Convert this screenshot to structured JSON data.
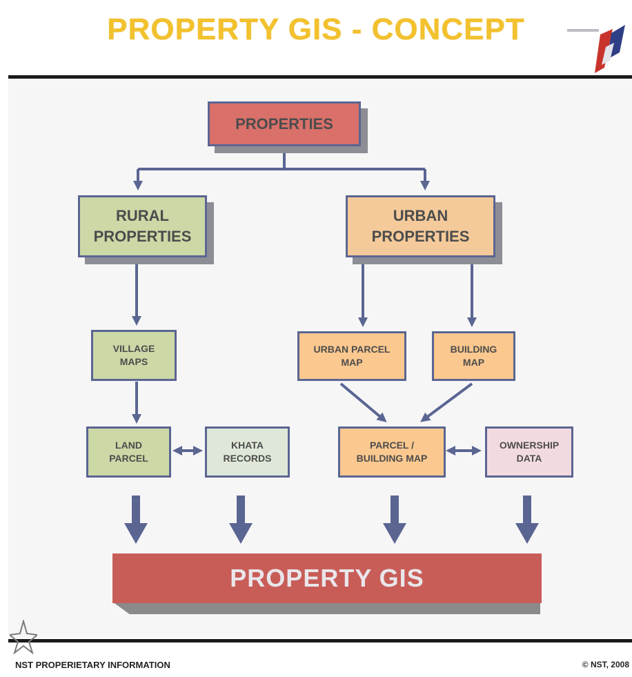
{
  "title": "PROPERTY GIS - CONCEPT",
  "diagram": {
    "root": "PROPERTIES",
    "rural": [
      "RURAL",
      "PROPERTIES"
    ],
    "urban": [
      "URBAN",
      "PROPERTIES"
    ],
    "village_maps": [
      "VILLAGE",
      "MAPS"
    ],
    "urban_parcel_map": [
      "URBAN PARCEL",
      "MAP"
    ],
    "building_map": [
      "BUILDING",
      "MAP"
    ],
    "land_parcel": [
      "LAND",
      "PARCEL"
    ],
    "khata_records": [
      "KHATA",
      "RECORDS"
    ],
    "parcel_building_map": [
      "PARCEL /",
      "BUILDING MAP"
    ],
    "ownership_data": [
      "OWNERSHIP",
      "DATA"
    ],
    "target": "PROPERTY GIS"
  },
  "footer": {
    "left": "NST PROPERIETARY INFORMATION",
    "right": "© NST, 2008"
  },
  "colors": {
    "title": "#f2c12e",
    "arrow": "#5a6592",
    "red": "#d9706a",
    "green": "#ccd8a6",
    "tan": "#f5ca9a",
    "target": "#c85d58"
  }
}
